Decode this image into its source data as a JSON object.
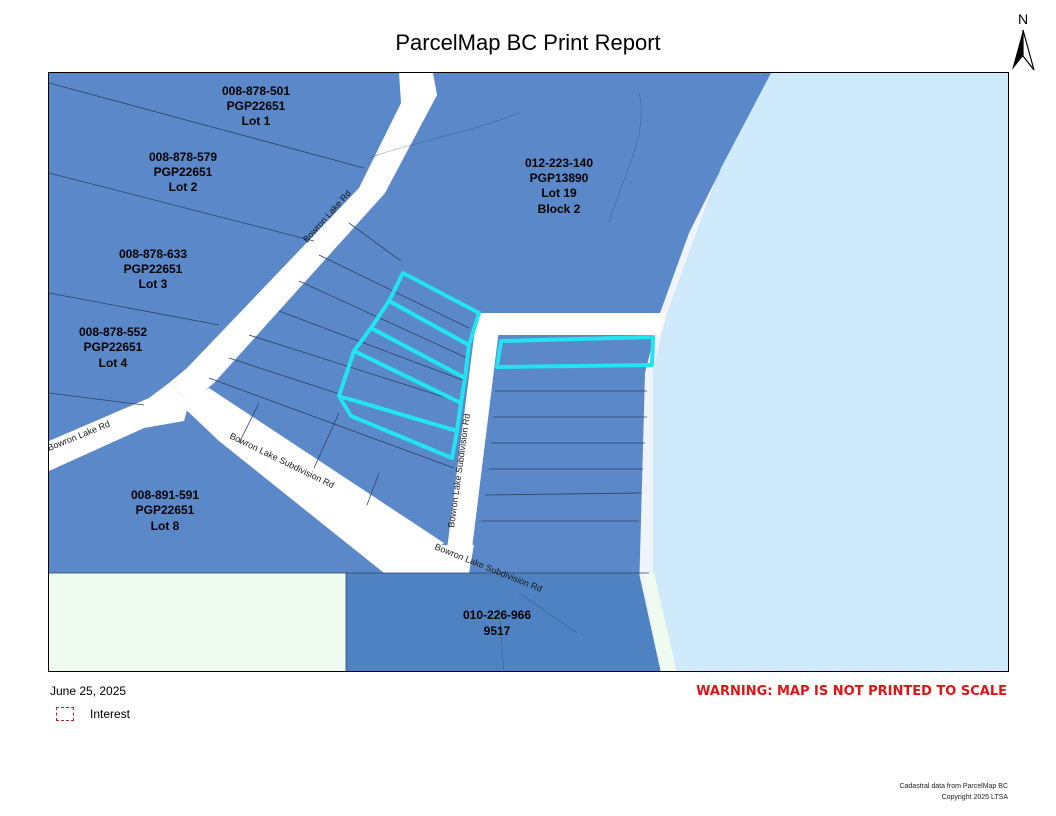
{
  "title": "ParcelMap BC Print Report",
  "north_label": "N",
  "date": "June 25, 2025",
  "warning": "WARNING: MAP IS NOT PRINTED TO SCALE",
  "legend": {
    "label": "Interest",
    "swatch_color": "#b22222"
  },
  "credits": {
    "line1": "Cadastral data from ParcelMap BC",
    "line2": "Copyright 2025 LTSA"
  },
  "colors": {
    "parcel_fill": "#5a88c8",
    "parcel_lines": "#2b4466",
    "water": "#cfeafb",
    "road": "#ffffff",
    "green_area": "#eefbee",
    "highlight": "#22e3f0"
  },
  "parcels": [
    {
      "pid": "008-878-501",
      "plan": "PGP22651",
      "lot": "Lot 1",
      "block": ""
    },
    {
      "pid": "008-878-579",
      "plan": "PGP22651",
      "lot": "Lot 2",
      "block": ""
    },
    {
      "pid": "008-878-633",
      "plan": "PGP22651",
      "lot": "Lot 3",
      "block": ""
    },
    {
      "pid": "008-878-552",
      "plan": "PGP22651",
      "lot": "Lot 4",
      "block": ""
    },
    {
      "pid": "008-891-591",
      "plan": "PGP22651",
      "lot": "Lot 8",
      "block": ""
    },
    {
      "pid": "012-223-140",
      "plan": "PGP13890",
      "lot": "Lot 19",
      "block": "Block 2"
    },
    {
      "pid": "010-226-966",
      "plan": "9517",
      "lot": "",
      "block": ""
    }
  ],
  "roads": {
    "bowron_lake_rd_upper": "Bowron Lake Rd",
    "bowron_lake_rd_lower": "Bowron Lake Rd",
    "subdivision_rd_vertical": "Bowron Lake Subdivision Rd",
    "subdivision_rd_diagonal": "Bowron Lake Subdivision Rd",
    "subdivision_rd_bottom": "Bowron Lake Subdivision Rd"
  }
}
